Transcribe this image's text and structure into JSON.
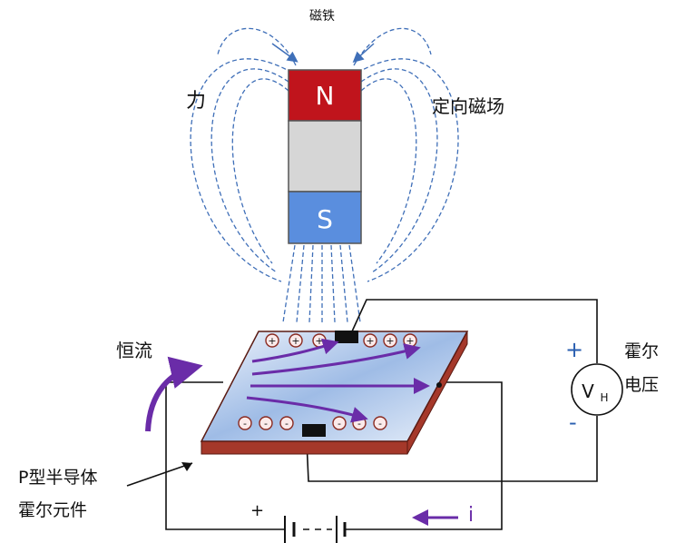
{
  "labels": {
    "magnet": "磁铁",
    "force": "力",
    "field": "定向磁场",
    "constant_current": "恒流",
    "hall_voltage_line1": "霍尔",
    "hall_voltage_line2": "电压",
    "element_line1": "P型半导体",
    "element_line2": "霍尔元件",
    "current": "i",
    "battery_plus": "+",
    "voltage_plus": "+",
    "voltage_minus": "-"
  },
  "magnet": {
    "north": "N",
    "south": "S"
  },
  "meter": {
    "symbol": "V",
    "subscript": "H"
  },
  "charges": {
    "positive": "+",
    "negative": "-"
  },
  "colors": {
    "north": "#c0141c",
    "south": "#5a8ede",
    "middle": "#d6d6d6",
    "field_lines": "#3f6fb8",
    "arrows": "#6a2ca8",
    "plus_sign": "#2a5fb0",
    "minus_sign": "#2a5fb0",
    "plate_edge": "#a5382a",
    "wire": "#111111"
  }
}
